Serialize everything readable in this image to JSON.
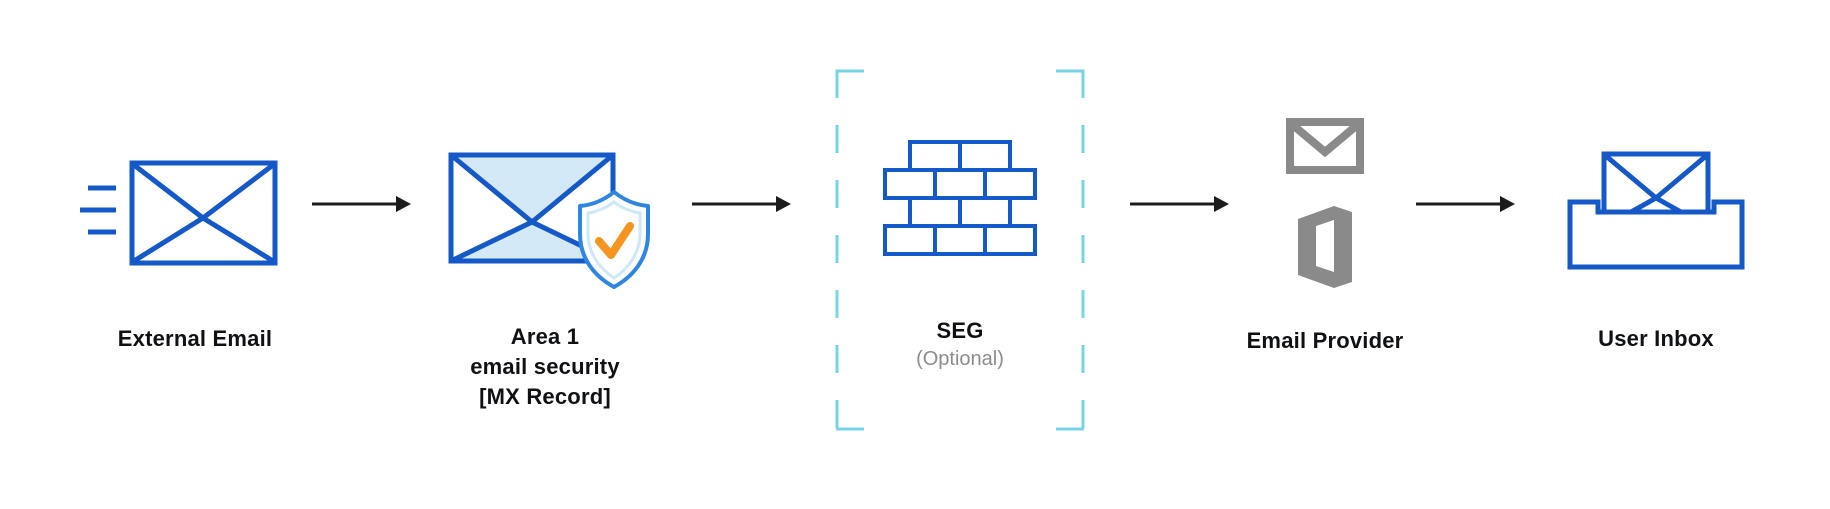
{
  "nodes": {
    "external_email": {
      "label": "External Email",
      "icon": "speeding-envelope-icon"
    },
    "area1": {
      "label_line1": "Area 1",
      "label_line2": "email security",
      "label_line3": "[MX Record]",
      "icon": "envelope-with-shield-check-icon"
    },
    "seg": {
      "label": "SEG",
      "sublabel": "(Optional)",
      "icon": "brick-wall-firewall-icon",
      "container": "dashed-optional-boundary"
    },
    "email_provider": {
      "label": "Email Provider",
      "icons": [
        "gmail-envelope-icon",
        "microsoft-office-icon"
      ]
    },
    "user_inbox": {
      "label": "User Inbox",
      "icon": "inbox-tray-envelope-icon"
    }
  },
  "connectors": [
    {
      "from": "external_email",
      "to": "area1",
      "type": "arrow-right"
    },
    {
      "from": "area1",
      "to": "seg",
      "type": "arrow-right"
    },
    {
      "from": "seg",
      "to": "email_provider",
      "type": "arrow-right"
    },
    {
      "from": "email_provider",
      "to": "user_inbox",
      "type": "arrow-right"
    }
  ],
  "colors": {
    "envelope_blue": "#1558c8",
    "envelope_fill_light": "#d3e9f8",
    "shield_stroke_blue": "#2e86e0",
    "check_orange": "#f5941f",
    "seg_dashed_cyan": "#76d4e6",
    "provider_gray": "#8a8a8a",
    "arrow_dark": "#1c1c1c",
    "label_dark": "#0f1115",
    "optional_gray": "#8c8c8c",
    "background": "#ffffff"
  }
}
